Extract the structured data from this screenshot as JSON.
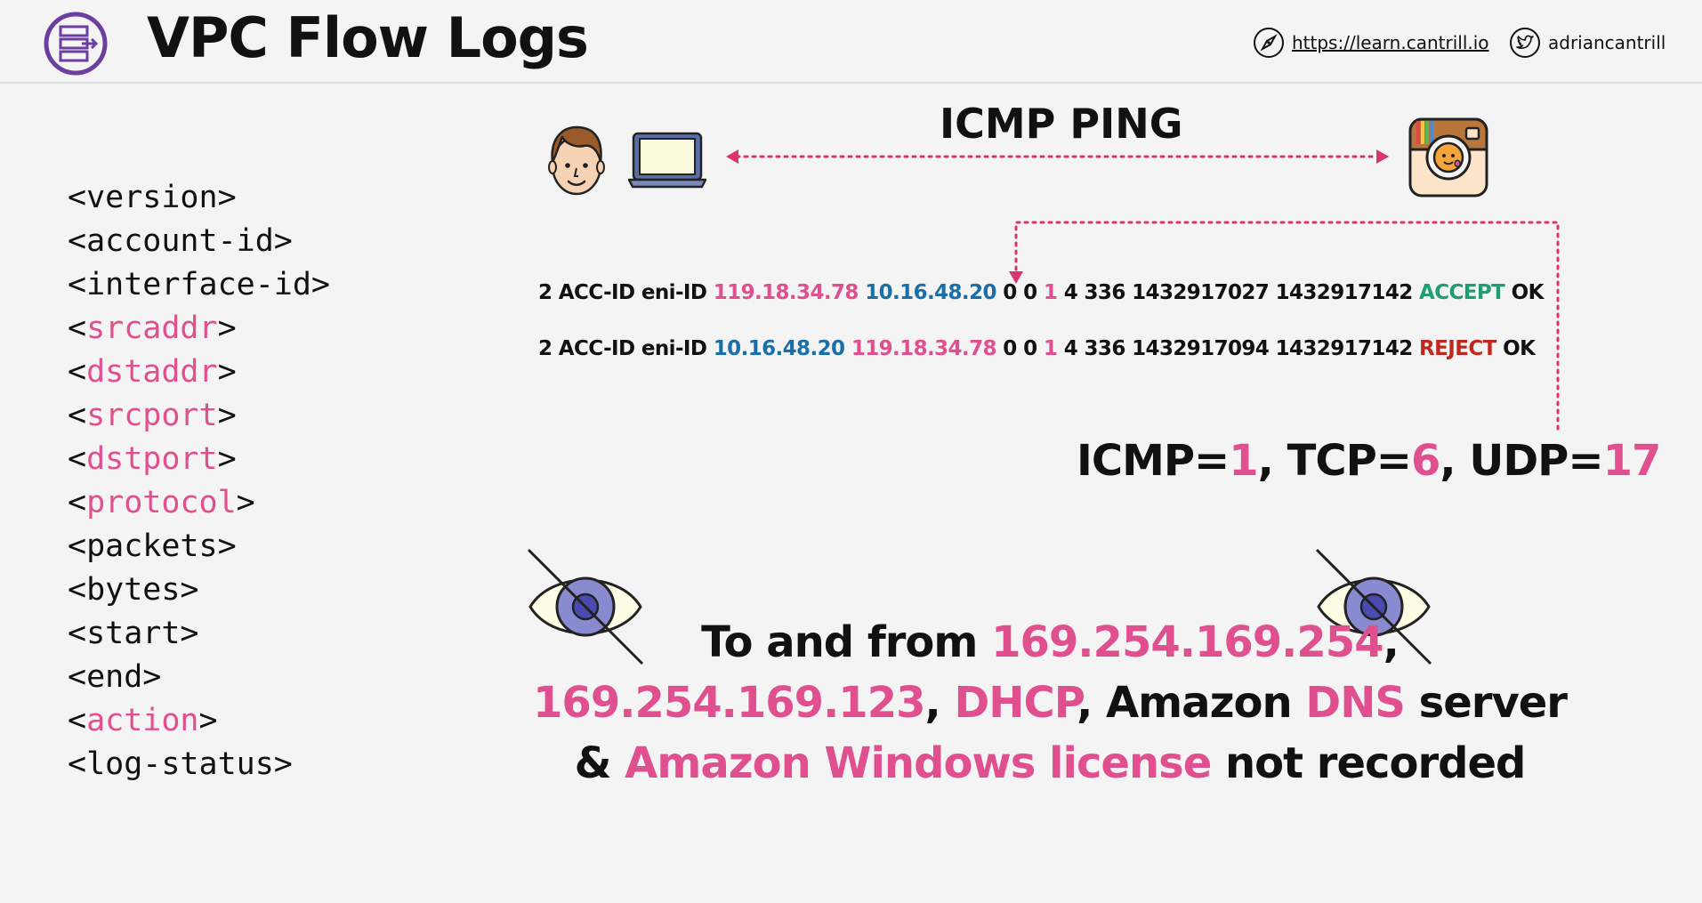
{
  "header": {
    "title": "VPC Flow Logs",
    "site_link": "https://learn.cantrill.io",
    "twitter_handle": "adriancantrill"
  },
  "fields": [
    {
      "text": "<version>",
      "highlight": false
    },
    {
      "text": "<account-id>",
      "highlight": false
    },
    {
      "text": "<interface-id>",
      "highlight": false
    },
    {
      "text": "<srcaddr>",
      "highlight": true
    },
    {
      "text": "<dstaddr>",
      "highlight": true
    },
    {
      "text": "<srcport>",
      "highlight": true
    },
    {
      "text": "<dstport>",
      "highlight": true
    },
    {
      "text": "<protocol>",
      "highlight": true
    },
    {
      "text": "<packets>",
      "highlight": false
    },
    {
      "text": "<bytes>",
      "highlight": false
    },
    {
      "text": "<start>",
      "highlight": false
    },
    {
      "text": "<end>",
      "highlight": false
    },
    {
      "text": "<action>",
      "highlight": true
    },
    {
      "text": "<log-status>",
      "highlight": false
    }
  ],
  "diagram": {
    "ping_title": "ICMP PING",
    "icons": [
      "user-face-icon",
      "laptop-icon",
      "instance-camera-icon"
    ]
  },
  "log_lines": [
    {
      "prefix": "2 ACC-ID eni-ID ",
      "src": "119.18.34.78",
      "dst": "10.16.48.20",
      "ports": " 0 0 ",
      "protocol": "1",
      "rest": " 4 336 1432917027 1432917142 ",
      "action": "ACCEPT",
      "status": " OK"
    },
    {
      "prefix": "2 ACC-ID eni-ID ",
      "src": "10.16.48.20",
      "dst": "119.18.34.78",
      "ports": " 0 0 ",
      "protocol": "1",
      "rest": " 4 336 1432917094 1432917142 ",
      "action": "REJECT",
      "status": " OK"
    }
  ],
  "protocols": {
    "icmp_label": "ICMP=",
    "icmp": "1",
    "sep1": ", ",
    "tcp_label": "TCP=",
    "tcp": "6",
    "sep2": ", ",
    "udp_label": "UDP=",
    "udp": "17"
  },
  "note": {
    "l1_a": "To and from ",
    "l1_b": "169.254.169.254",
    "l1_c": ",",
    "l2_a": "169.254.169.123",
    "l2_b": ", ",
    "l2_c": "DHCP",
    "l2_d": ", Amazon ",
    "l2_e": "DNS",
    "l2_f": " server",
    "l3_a": "& ",
    "l3_b": "Amazon Windows license",
    "l3_c": " not recorded"
  },
  "colors": {
    "accent_pink": "#e0508f",
    "accent_blue": "#1b6fa8",
    "accept_green": "#1f9e6e",
    "reject_red": "#c0271d",
    "logo_purple": "#6b3fa0"
  }
}
